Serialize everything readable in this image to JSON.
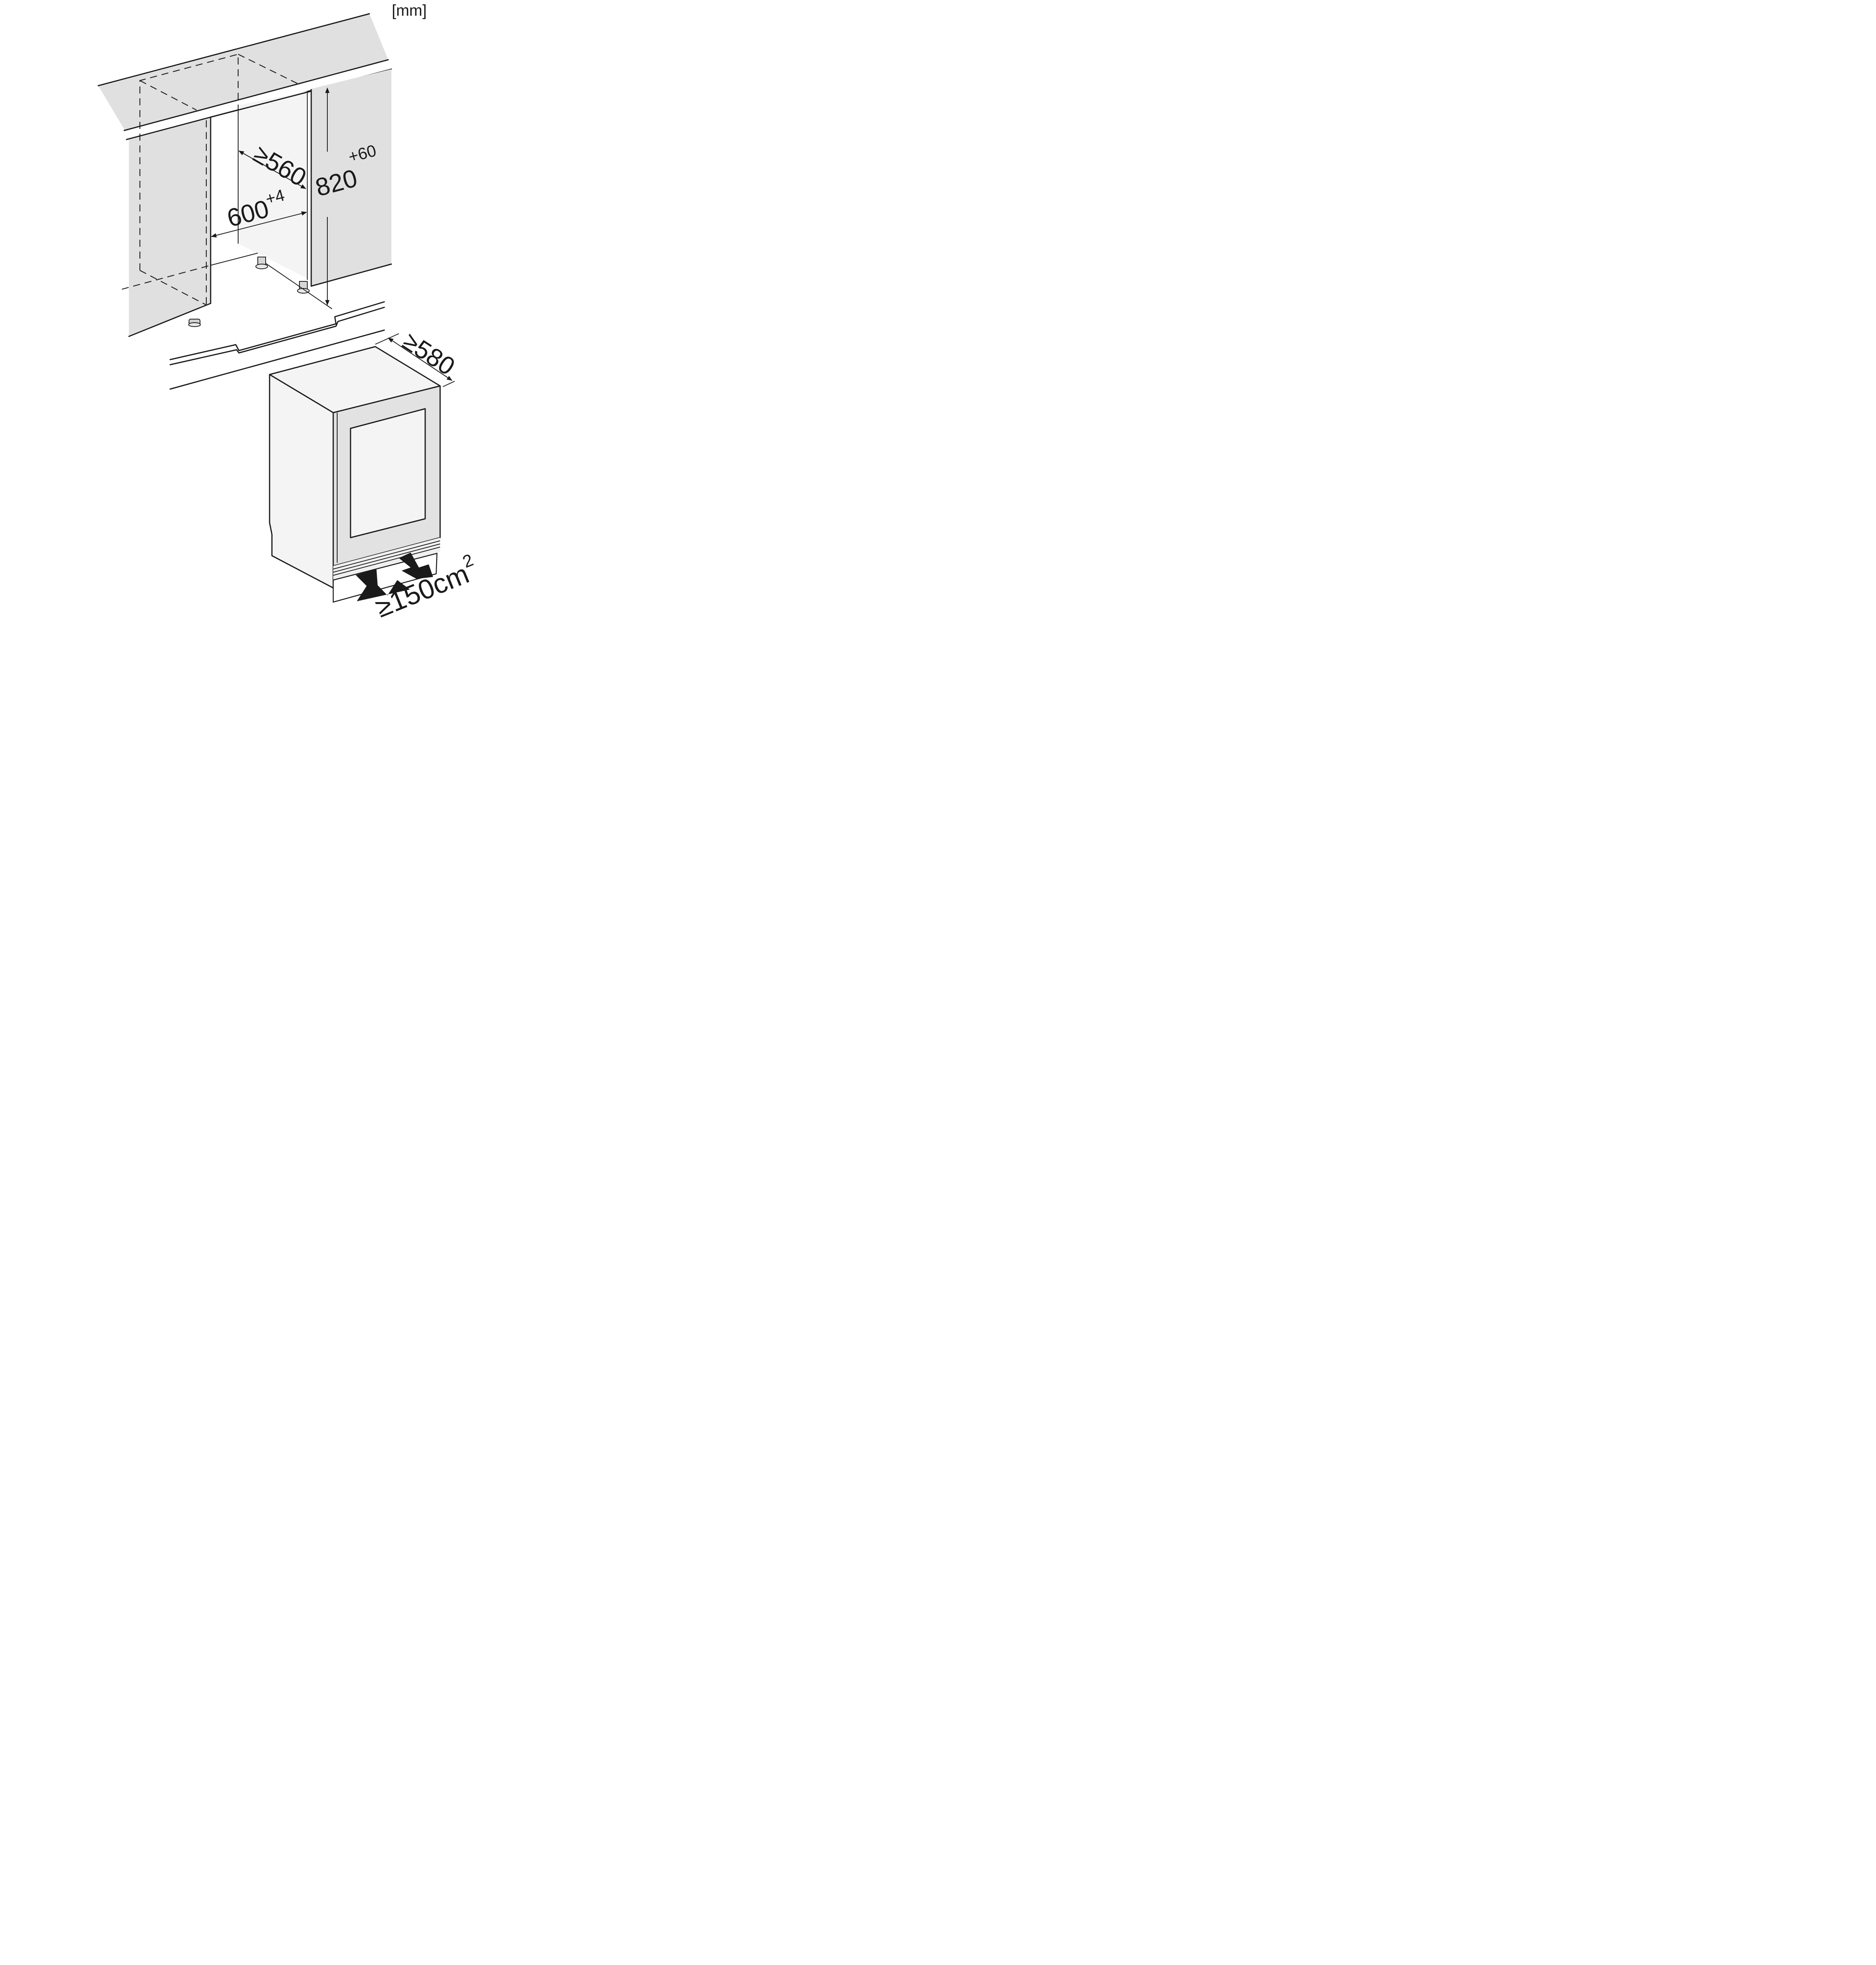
{
  "unit_label": "[mm]",
  "dimensions": {
    "niche_depth": {
      "prefix": "≥",
      "value": "560"
    },
    "niche_width": {
      "value": "600",
      "tolerance": "+4"
    },
    "niche_height": {
      "value": "820",
      "tolerance": "+60"
    },
    "appliance_depth": {
      "prefix": "≥",
      "value": "580"
    },
    "ventilation_area": {
      "prefix": "≥",
      "value": "150cm",
      "superscript": "2"
    }
  },
  "colors": {
    "line": "#1a1a1a",
    "cabinet_fill": "#e0e0e0",
    "niche_back": "#f4f4f4",
    "appliance_side": "#f4f4f4",
    "door_frame": "#e2e2e2",
    "background": "#ffffff"
  }
}
